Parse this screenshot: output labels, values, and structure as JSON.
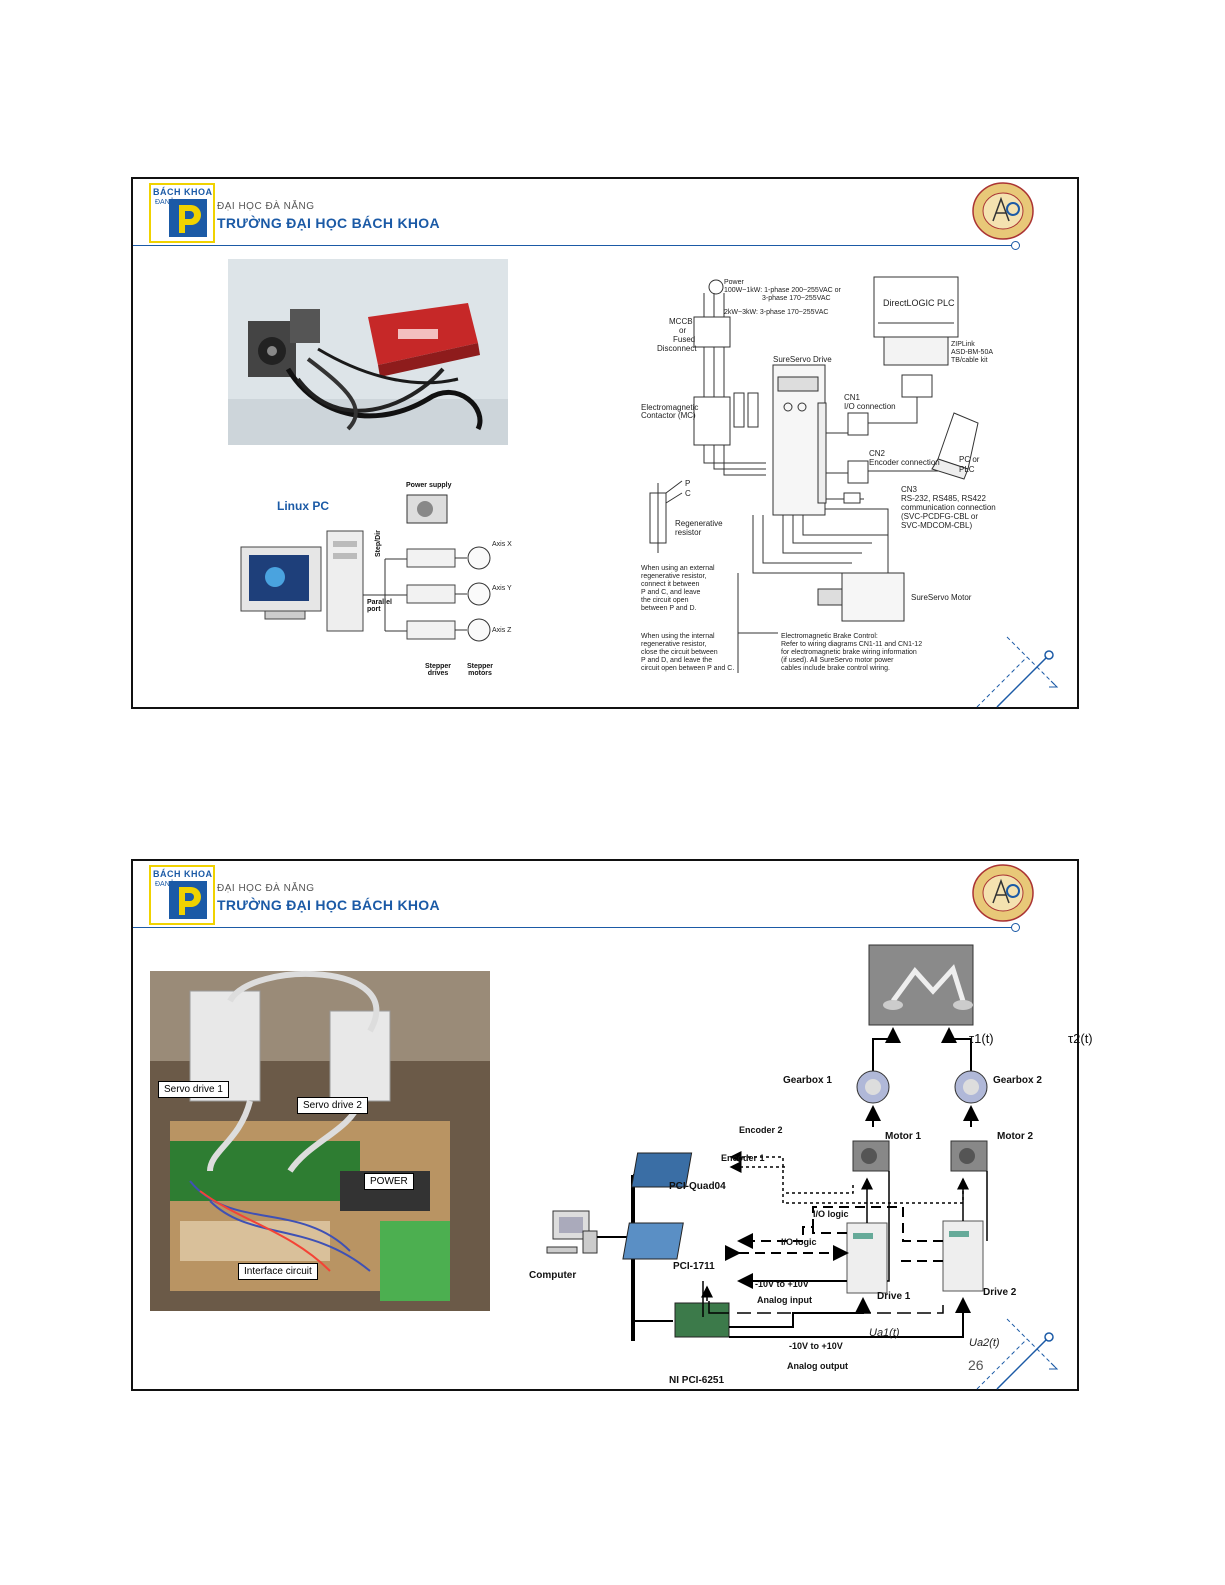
{
  "header": {
    "logo_text": "BÁCH KHOA",
    "logo_letters": "ĐANẴNG",
    "university_sub": "ĐẠI HỌC ĐÀ NẴNG",
    "university_main": "TRƯỜNG ĐẠI HỌC BÁCH KHOA"
  },
  "slide1": {
    "linux_diagram": {
      "title": "Linux PC",
      "power_supply": "Power supply",
      "step_dir": "Step/Dir",
      "parallel_port": "Parallel port",
      "axis_x": "Axis X",
      "axis_y": "Axis Y",
      "axis_z": "Axis Z",
      "stepper_drives": "Stepper drives",
      "stepper_motors": "Stepper motors"
    },
    "wiring": {
      "power_line1": "Power",
      "power_line2": "100W~1kW:  1-phase 200~255VAC or",
      "power_line3": "3-phase 170~255VAC",
      "power_line4": "2kW~3kW:  3-phase 170~255VAC",
      "mccb": "MCCB",
      "mccb2": "or",
      "mccb3": "Fused",
      "mccb4": "Disconnect",
      "plc": "DirectLOGIC PLC",
      "zipl1": "ZIPLink",
      "zipl2": "ASD-BM-50A",
      "zipl3": "TB/cable kit",
      "drive": "SureServo Drive",
      "cn1a": "CN1",
      "cn1b": "I/O connection",
      "contactor1": "Electromagnetic",
      "contactor2": "Contactor (MC)",
      "cn2a": "CN2",
      "cn2b": "Encoder connection",
      "pc1": "PC or",
      "pc2": "PLC",
      "cn3a": "CN3",
      "cn3b": "RS-232, RS485, RS422",
      "cn3c": "communication connection",
      "cn3d": "(SVC-PCDFG-CBL or",
      "cn3e": "SVC-MDCOM-CBL)",
      "p": "P",
      "c": "C",
      "regen1": "Regenerative",
      "regen2": "resistor",
      "motor": "SureServo Motor",
      "ext1": "When using an external",
      "ext2": "regenerative resistor,",
      "ext3": "connect it between",
      "ext4": "P and C, and leave",
      "ext5": "the circuit open",
      "ext6": "between P and D.",
      "int1": "When using the internal",
      "int2": "regenerative resistor,",
      "int3": "close the circuit between",
      "int4": "P and D, and leave the",
      "int5": "circuit open between P and C.",
      "brake1": "Electromagnetic Brake Control:",
      "brake2": "Refer to wiring diagrams CN1-11 and CN1-12",
      "brake3": "for electromagnetic brake wiring information",
      "brake4": "(if used).  All SureServo motor power",
      "brake5": "cables include brake control wiring."
    }
  },
  "slide2": {
    "photo_labels": {
      "servo1": "Servo drive 1",
      "servo2": "Servo drive 2",
      "power": "POWER",
      "interface": "Interface circuit"
    },
    "diagram": {
      "tau1": "τ1(t)",
      "tau2": "τ2(t)",
      "gearbox1": "Gearbox 1",
      "gearbox2": "Gearbox 2",
      "motor1": "Motor 1",
      "motor2": "Motor 2",
      "encoder2": "Encoder 2",
      "encoder1": "Encoder 1",
      "pci_quad": "PCI-Quad04",
      "io_logic_a": "I/O logic",
      "io_logic_b": "I/O logic",
      "computer": "Computer",
      "pci1711": "PCI-1711",
      "range_in": "-10V to +10V",
      "analog_in": "Analog input",
      "drive1": "Drive 1",
      "drive2": "Drive 2",
      "ua1": "Ua1(t)",
      "ua2": "Ua2(t)",
      "range_out": "-10V to +10V",
      "analog_out": "Analog output",
      "ni_pci": "NI PCI-6251"
    },
    "page_number": "26"
  }
}
